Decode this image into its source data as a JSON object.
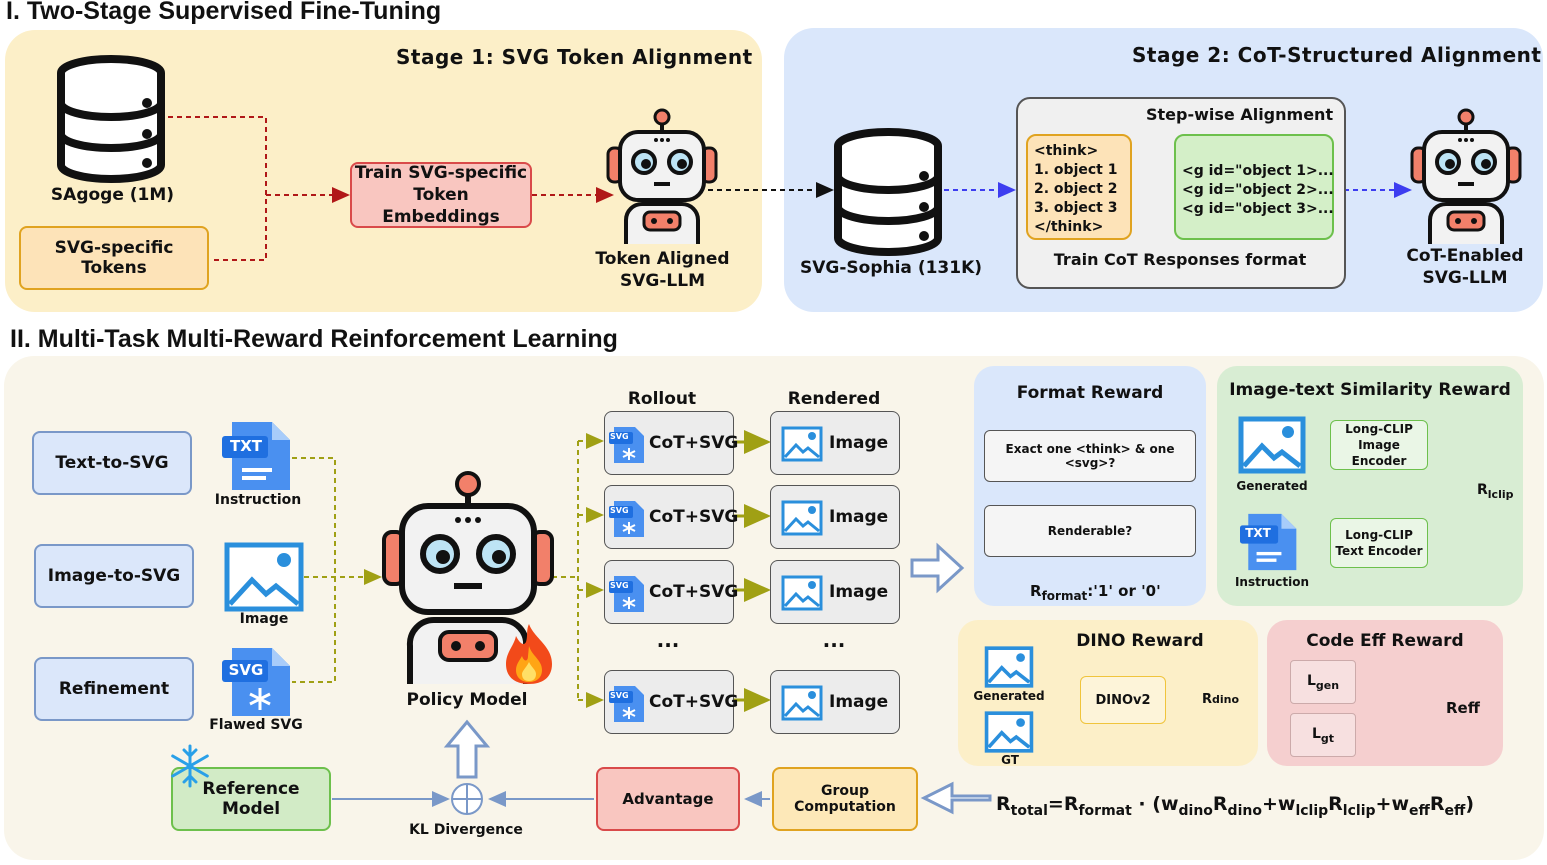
{
  "section1": {
    "title": "I. Two-Stage Supervised Fine-Tuning",
    "stage1": {
      "title": "Stage 1: SVG Token Alignment",
      "db_label": "SAgoge (1M)",
      "tokens_label": "SVG-specific Tokens",
      "train_label_1": "Train SVG-specific",
      "train_label_2": "Token Embeddings",
      "robot_label_1": "Token Aligned",
      "robot_label_2": "SVG-LLM"
    },
    "stage2": {
      "title": "Stage 2: CoT-Structured Alignment",
      "db_label": "SVG-Sophia (131K)",
      "stepwise_title": "Step-wise Alignment",
      "think_lines": [
        "<think>",
        "1. object 1",
        "2. object 2",
        "3. object 3",
        "</think>"
      ],
      "g_lines": [
        "<g id=\"object 1>...",
        "<g id=\"object 2>...",
        "<g id=\"object 3>..."
      ],
      "train_cot_label": "Train CoT Responses format",
      "robot_label_1": "CoT-Enabled",
      "robot_label_2": "SVG-LLM"
    }
  },
  "section2": {
    "title": "II. Multi-Task Multi-Reward Reinforcement Learning",
    "tasks": [
      "Text-to-SVG",
      "Image-to-SVG",
      "Refinement"
    ],
    "inputs": [
      {
        "badge": "TXT",
        "label": "Instruction"
      },
      {
        "label": "Image"
      },
      {
        "badge": "SVG",
        "label": "Flawed SVG"
      }
    ],
    "policy_label": "Policy Model",
    "rollout_header": "Rollout",
    "rendered_header": "Rendered",
    "rollout_items": [
      "CoT+SVG",
      "CoT+SVG",
      "CoT+SVG",
      "CoT+SVG"
    ],
    "rendered_items": [
      "Image",
      "Image",
      "Image",
      "Image"
    ],
    "file_badge": "SVG",
    "ellipsis": "...",
    "format_reward": {
      "title": "Format Reward",
      "q1": "Exact one <think> & one <svg>?",
      "q2": "Renderable?",
      "result_main": "R",
      "result_sub": "format",
      "result_tail": ":'1' or '0'"
    },
    "clip_reward": {
      "title": "Image-text Similarity Reward",
      "generated_label": "Generated",
      "instruction_label": "Instruction",
      "txt_badge": "TXT",
      "img_enc_1": "Long-CLIP",
      "img_enc_2": "Image Encoder",
      "txt_enc_1": "Long-CLIP",
      "txt_enc_2": "Text Encoder",
      "result_main": "R",
      "result_sub": "lclip"
    },
    "dino_reward": {
      "title": "DINO Reward",
      "generated_label": "Generated",
      "gt_label": "GT",
      "model_label": "DINOv2",
      "result_main": "R",
      "result_sub": "dino"
    },
    "eff_reward": {
      "title": "Code Eff Reward",
      "lgen_main": "L",
      "lgen_sub": "gen",
      "lgt_main": "L",
      "lgt_sub": "gt",
      "result": "Reff"
    },
    "reference_label": "Reference Model",
    "kl_label": "KL Divergence",
    "advantage_label": "Advantage",
    "group_label": "Group Computation",
    "formula": {
      "r": "R",
      "total": "total",
      "eq": "=",
      "r2": "R",
      "format": "format",
      "dot": " · (",
      "w1": "w",
      "dino1": "dino",
      "r3": "R",
      "dino2": "dino",
      "plus1": "+",
      "w2": "w",
      "lclip1": "lclip",
      "r4": "R",
      "lclip2": "lclip",
      "plus2": "+",
      "w3": "w",
      "eff1": "eff",
      "r5": "R",
      "eff2": "eff",
      "close": ")"
    }
  },
  "colors": {
    "stage1_bg": "#fcefc8",
    "stage2_bg": "#dae7fb",
    "rl_bg": "#f9f5ea",
    "red_arrow": "#b01818",
    "blue_arrow": "#3d3df0",
    "olive": "#a0a014",
    "green": "#2ec42e"
  }
}
